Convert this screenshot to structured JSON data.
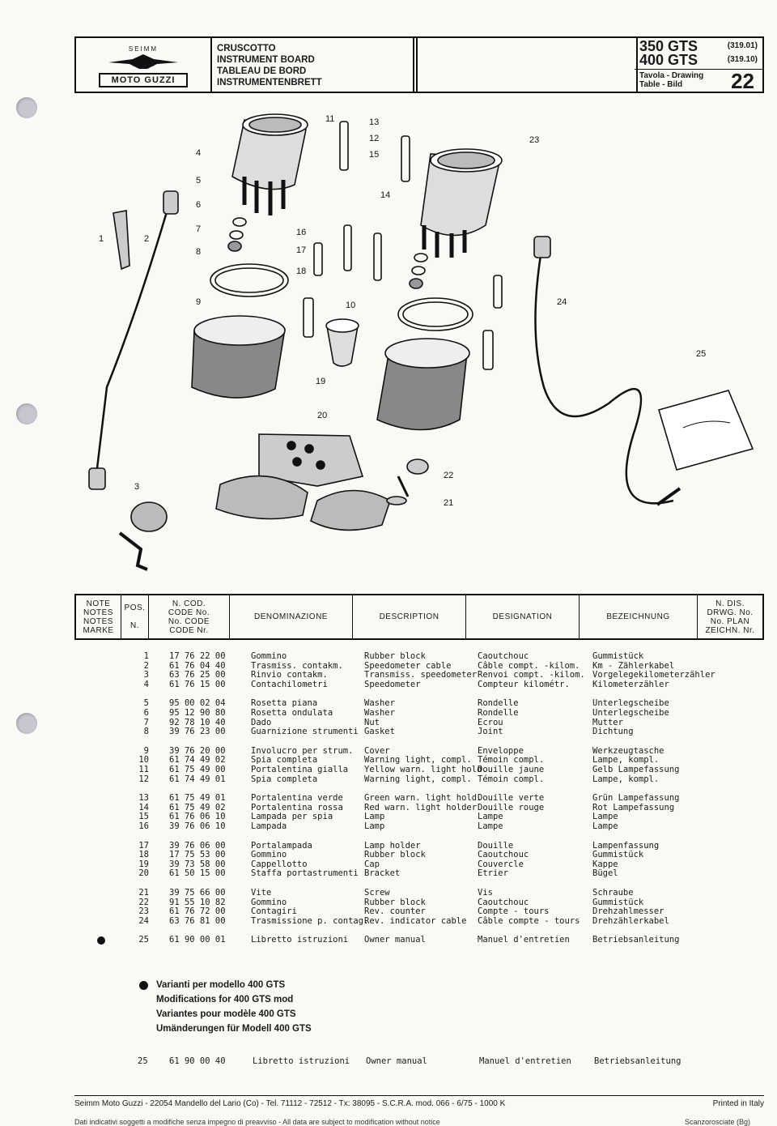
{
  "header": {
    "maker": "SEIMM",
    "brand": "MOTO GUZZI",
    "title_it": "CRUSCOTTO",
    "title_en": "INSTRUMENT BOARD",
    "title_fr": "TABLEAU DE BORD",
    "title_de": "INSTRUMENTENBRETT",
    "model1": "350 GTS",
    "model1_code": "(319.01)",
    "model2": "400 GTS",
    "model2_code": "(319.10)",
    "tavola_line1": "Tavola - Drawing",
    "tavola_line2": "Table - Bild",
    "table_number": "22"
  },
  "callouts": [
    "1",
    "2",
    "3",
    "4",
    "5",
    "6",
    "7",
    "8",
    "9",
    "10",
    "11",
    "12",
    "13",
    "14",
    "15",
    "16",
    "17",
    "18",
    "19",
    "20",
    "21",
    "22",
    "23",
    "24",
    "25"
  ],
  "table_headers": {
    "notes": "NOTE\nNOTES\nNOTES\nMARKE",
    "pos": "POS.\n\nN.",
    "code": "N. COD.\nCODE No.\nNo. CODE\nCODE Nr.",
    "it": "DENOMINAZIONE",
    "en": "DESCRIPTION",
    "fr": "DESIGNATION",
    "de": "BEZEICHNUNG",
    "drawing_no": "N. DIS.\nDRWG. No.\nNo. PLAN\nZEICHN. Nr."
  },
  "parts": [
    {
      "pos": "1",
      "code": "17 76 22 00",
      "it": "Gommino",
      "en": "Rubber block",
      "fr": "Caoutchouc",
      "de": "Gummistück"
    },
    {
      "pos": "2",
      "code": "61 76 04 40",
      "it": "Trasmiss. contakm.",
      "en": "Speedometer cable",
      "fr": "Câble compt. -kilom.",
      "de": "Km - Zählerkabel"
    },
    {
      "pos": "3",
      "code": "63 76 25 00",
      "it": "Rinvio contakm.",
      "en": "Transmiss. speedometer",
      "fr": "Renvoi compt. -kilom.",
      "de": "Vorgelegekilometerzähler"
    },
    {
      "pos": "4",
      "code": "61 76 15 00",
      "it": "Contachilometri",
      "en": "Speedometer",
      "fr": "Compteur kilométr.",
      "de": "Kilometerzähler"
    },
    {
      "pos": "5",
      "code": "95 00 02 04",
      "it": "Rosetta piana",
      "en": "Washer",
      "fr": "Rondelle",
      "de": "Unterlegscheibe"
    },
    {
      "pos": "6",
      "code": "95 12 90 80",
      "it": "Rosetta ondulata",
      "en": "Washer",
      "fr": "Rondelle",
      "de": "Unterlegscheibe"
    },
    {
      "pos": "7",
      "code": "92 78 10 40",
      "it": "Dado",
      "en": "Nut",
      "fr": "Ecrou",
      "de": "Mutter"
    },
    {
      "pos": "8",
      "code": "39 76 23 00",
      "it": "Guarnizione strumenti",
      "en": "Gasket",
      "fr": "Joint",
      "de": "Dichtung"
    },
    {
      "pos": "9",
      "code": "39 76 20 00",
      "it": "Involucro per strum.",
      "en": "Cover",
      "fr": "Enveloppe",
      "de": "Werkzeugtasche"
    },
    {
      "pos": "10",
      "code": "61 74 49 02",
      "it": "Spia completa",
      "en": "Warning light, compl.",
      "fr": "Témoin compl.",
      "de": "Lampe, kompl."
    },
    {
      "pos": "11",
      "code": "61 75 49 00",
      "it": "Portalentina gialla",
      "en": "Yellow warn. light hold.",
      "fr": "Douille jaune",
      "de": "Gelb Lampefassung"
    },
    {
      "pos": "12",
      "code": "61 74 49 01",
      "it": "Spia completa",
      "en": "Warning light, compl.",
      "fr": "Témoin compl.",
      "de": "Lampe, kompl."
    },
    {
      "pos": "13",
      "code": "61 75 49 01",
      "it": "Portalentina verde",
      "en": "Green warn. light hold.",
      "fr": "Douille verte",
      "de": "Grün Lampefassung"
    },
    {
      "pos": "14",
      "code": "61 75 49 02",
      "it": "Portalentina rossa",
      "en": "Red warn. light holder",
      "fr": "Douille rouge",
      "de": "Rot Lampefassung"
    },
    {
      "pos": "15",
      "code": "61 76 06 10",
      "it": "Lampada per spia",
      "en": "Lamp",
      "fr": "Lampe",
      "de": "Lampe"
    },
    {
      "pos": "16",
      "code": "39 76 06 10",
      "it": "Lampada",
      "en": "Lamp",
      "fr": "Lampe",
      "de": "Lampe"
    },
    {
      "pos": "17",
      "code": "39 76 06 00",
      "it": "Portalampada",
      "en": "Lamp holder",
      "fr": "Douille",
      "de": "Lampenfassung"
    },
    {
      "pos": "18",
      "code": "17 75 53 00",
      "it": "Gommino",
      "en": "Rubber block",
      "fr": "Caoutchouc",
      "de": "Gummistück"
    },
    {
      "pos": "19",
      "code": "39 73 58 00",
      "it": "Cappellotto",
      "en": "Cap",
      "fr": "Couvercle",
      "de": "Kappe"
    },
    {
      "pos": "20",
      "code": "61 50 15 00",
      "it": "Staffa portastrumenti",
      "en": "Bracket",
      "fr": "Etrier",
      "de": "Bügel"
    },
    {
      "pos": "21",
      "code": "39 75 66 00",
      "it": "Vite",
      "en": "Screw",
      "fr": "Vis",
      "de": "Schraube"
    },
    {
      "pos": "22",
      "code": "91 55 10 82",
      "it": "Gommino",
      "en": "Rubber block",
      "fr": "Caoutchouc",
      "de": "Gummistück"
    },
    {
      "pos": "23",
      "code": "61 76 72 00",
      "it": "Contagiri",
      "en": "Rev. counter",
      "fr": "Compte - tours",
      "de": "Drehzahlmesser"
    },
    {
      "pos": "24",
      "code": "63 76 81 00",
      "it": "Trasmissione p. contag.",
      "en": "Rev. indicator cable",
      "fr": "Câble compte - tours",
      "de": "Drehzählerkabel"
    },
    {
      "pos": "25",
      "code": "61 90 00 01",
      "it": "Libretto istruzioni",
      "en": "Owner manual",
      "fr": "Manuel d'entretien",
      "de": "Betriebsanleitung"
    }
  ],
  "variants": {
    "it": "Varianti per modello 400 GTS",
    "en": "Modifications for 400 GTS mod",
    "fr": "Variantes pour modèle 400 GTS",
    "de": "Umänderungen für Modell 400 GTS",
    "part": {
      "pos": "25",
      "code": "61 90 00 40",
      "it": "Libretto istruzioni",
      "en": "Owner manual",
      "fr": "Manuel d'entretien",
      "de": "Betriebsanleitung"
    }
  },
  "footer": {
    "address": "Seimm Moto Guzzi - 22054 Mandello del Lario (Co) - Tel. 71112 - 72512 - Tx: 38095 - S.C.R.A. mod. 066 - 6/75 - 1000 K",
    "printed": "Printed in Italy",
    "disclaimer": "Dati indicativi soggetti a modifiche senza impegno di preavviso - All data are subject to modification without notice",
    "printer": "Scanzorosciate (Bg)"
  }
}
